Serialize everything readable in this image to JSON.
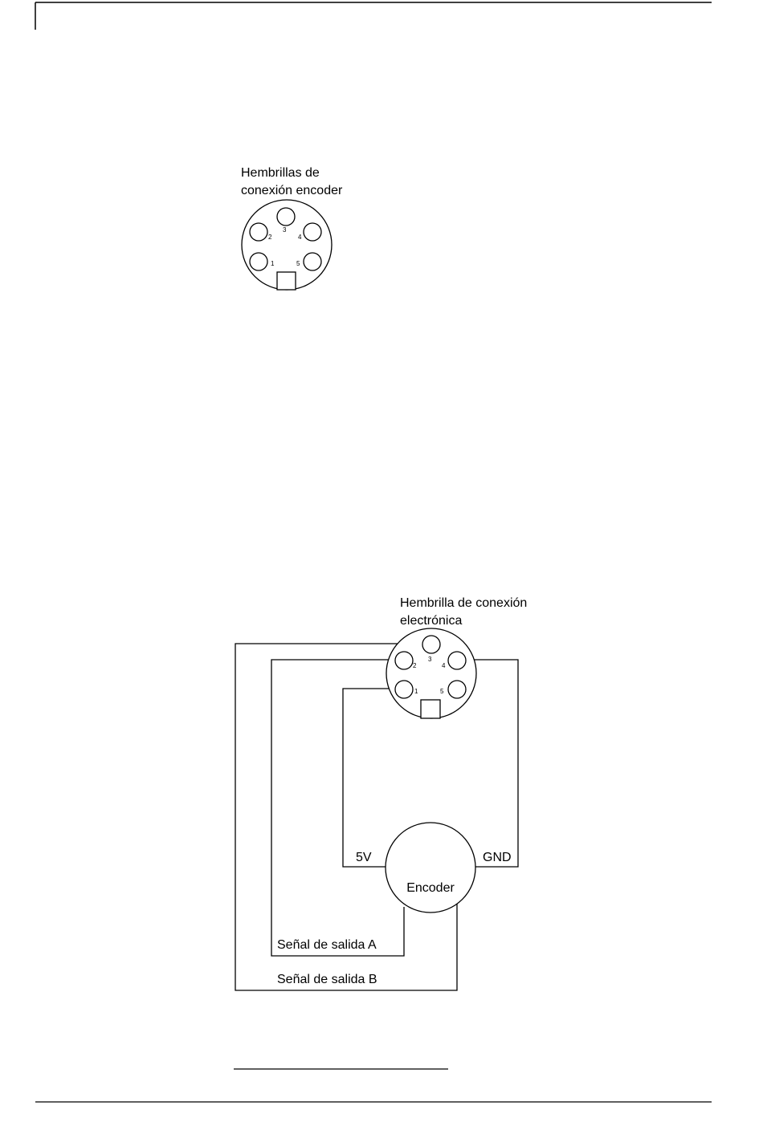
{
  "connector_top": {
    "title_line1": "Hembrillas de",
    "title_line2": "conexión encoder",
    "pins": [
      "1",
      "2",
      "3",
      "4",
      "5"
    ]
  },
  "wiring_diagram": {
    "connector_title_line1": "Hembrilla de conexión",
    "connector_title_line2": "electrónica",
    "pins": [
      "1",
      "2",
      "3",
      "4",
      "5"
    ],
    "encoder_label": "Encoder",
    "supply_label": "5V",
    "ground_label": "GND",
    "signal_a_label": "Señal de salida A",
    "signal_b_label": "Señal de salida B"
  }
}
